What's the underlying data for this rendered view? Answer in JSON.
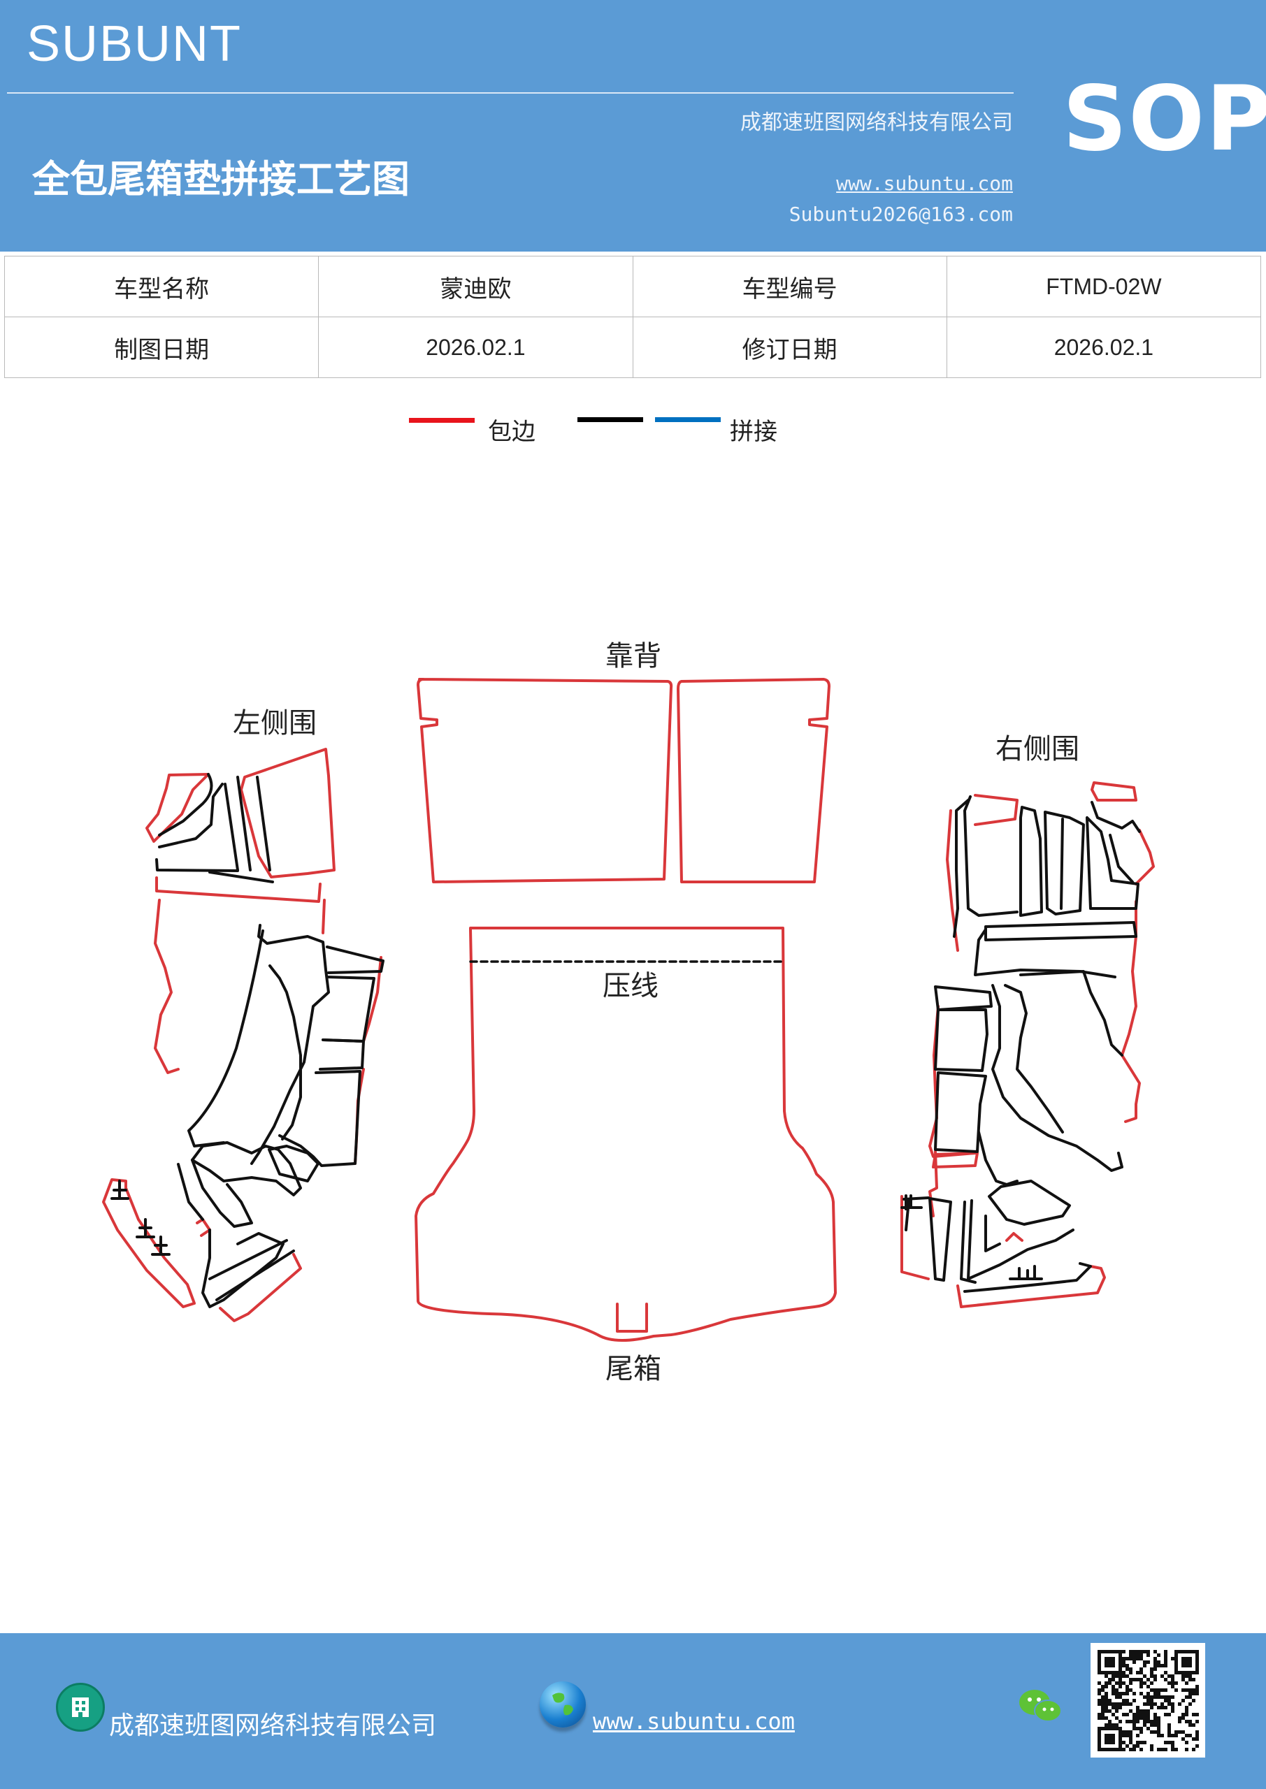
{
  "header": {
    "brand": "SUBUNT",
    "company": "成都速班图网络科技有限公司",
    "title": "全包尾箱垫拼接工艺图",
    "website": "www.subuntu.com",
    "email": "Subuntu2026@163.com",
    "badge": "SOP"
  },
  "info_table": {
    "rows": [
      [
        {
          "text": "车型名称"
        },
        {
          "text": "蒙迪欧"
        },
        {
          "text": "车型编号"
        },
        {
          "text": "FTMD-02W"
        }
      ],
      [
        {
          "text": "制图日期"
        },
        {
          "text": "2026.02.1"
        },
        {
          "text": "修订日期"
        },
        {
          "text": "2026.02.1"
        }
      ]
    ]
  },
  "legend": {
    "items": [
      {
        "label": "包边",
        "color": "#e8141c"
      },
      {
        "label": "",
        "color": "#000000"
      },
      {
        "label": "拼接",
        "color": "#0070c0"
      }
    ]
  },
  "diagram": {
    "labels": {
      "backrest": "靠背",
      "left_side": "左侧围",
      "right_side": "右侧围",
      "press_line": "压线",
      "trunk": "尾箱"
    }
  },
  "footer": {
    "company": "成都速班图网络科技有限公司",
    "website": "www.subuntu.com",
    "icons": [
      "building-icon",
      "globe-icon",
      "wechat-icon",
      "qr-code"
    ]
  }
}
